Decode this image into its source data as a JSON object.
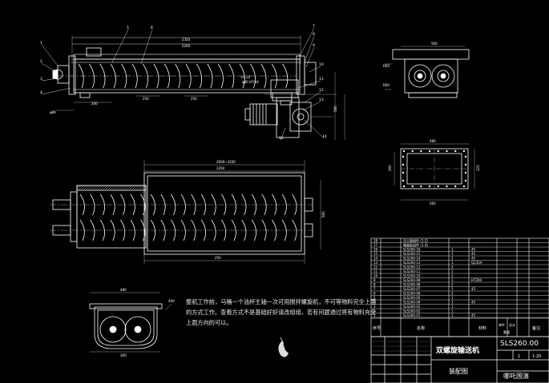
{
  "drawing": {
    "title": "双螺旋输送机",
    "subtitle": "装配图",
    "drawing_number": "SLS260.00",
    "designer_label": "哪吒国演",
    "scale": "1:20",
    "sheet": "1",
    "header_labels": {
      "seq": "序号",
      "name": "名称",
      "material": "材料",
      "single": "单件",
      "total": "总计",
      "weight": "重量",
      "remark": "备注"
    },
    "note_text": "整机工作前，马桶一个油杯主轴一次可用搅拌螺旋机，不可等物料完全上面的方式工作。查看方式不是基础好好请改组组，若有问题通过将有物料充全上面方向的可以。"
  },
  "callouts": [
    "1",
    "2",
    "3",
    "4",
    "5",
    "6",
    "7",
    "8",
    "9",
    "10",
    "11",
    "12",
    "13",
    "14",
    "15"
  ],
  "parts": [
    {
      "no": "18",
      "name": "法兰盘组件 (1-2)",
      "qty": "",
      "material": ""
    },
    {
      "no": "17",
      "name": "端盖板组件 (1-4)",
      "qty": "",
      "material": ""
    },
    {
      "no": "16",
      "name": "SLS260-16",
      "qty": "1",
      "material": "45"
    },
    {
      "no": "15",
      "name": "SLS260-15",
      "qty": "1",
      "material": "45"
    },
    {
      "no": "14",
      "name": "SLS260-14",
      "qty": "2",
      "material": "45"
    },
    {
      "no": "13",
      "name": "SLS260-13",
      "qty": "1",
      "material": "Q235A"
    },
    {
      "no": "12",
      "name": "SLS260-12",
      "qty": "2",
      "material": ""
    },
    {
      "no": "11",
      "name": "SLS260-11",
      "qty": "1",
      "material": ""
    },
    {
      "no": "10",
      "name": "SLS260-10",
      "qty": "2",
      "material": ""
    },
    {
      "no": "9",
      "name": "SLS260-09",
      "qty": "1",
      "material": "HT200"
    },
    {
      "no": "8",
      "name": "SLS260-08",
      "qty": "2",
      "material": ""
    },
    {
      "no": "7",
      "name": "SLS260-07",
      "qty": "1",
      "material": "45"
    },
    {
      "no": "6",
      "name": "SLS260-06",
      "qty": "2",
      "material": ""
    },
    {
      "no": "5",
      "name": "SLS260-05",
      "qty": "1",
      "material": ""
    },
    {
      "no": "4",
      "name": "SLS260-04",
      "qty": "1",
      "material": "45"
    },
    {
      "no": "3",
      "name": "SLS260-03",
      "qty": "1",
      "material": ""
    },
    {
      "no": "2",
      "name": "SLS260-02",
      "qty": "1",
      "material": ""
    },
    {
      "no": "1",
      "name": "SLS260-01",
      "qty": "1",
      "material": "45"
    }
  ],
  "colors": {
    "background": "#000000",
    "lines": "#ffffff",
    "dimension": "#dcdcdc",
    "text": "#ffffff"
  }
}
